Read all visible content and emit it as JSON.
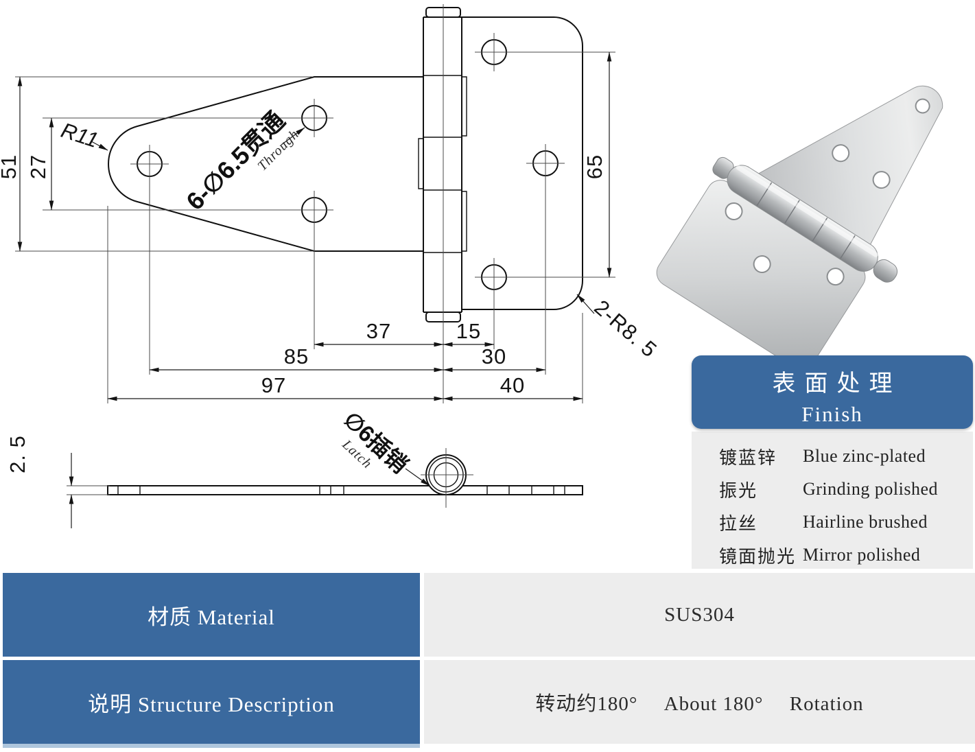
{
  "drawing": {
    "front": {
      "dim_51": "51",
      "dim_27": "27",
      "dim_65": "65",
      "dim_37": "37",
      "dim_15": "15",
      "dim_85": "85",
      "dim_30": "30",
      "dim_97": "97",
      "dim_40": "40",
      "radius_label": "R11",
      "corner_label": "2-R8. 5",
      "holes_label_cn": "6-∅6.5贯通",
      "holes_label_en": "Through"
    },
    "side": {
      "thickness": "2. 5",
      "latch_label_cn": "∅6插销",
      "latch_label_en": "Latch"
    }
  },
  "finish_panel": {
    "title_cn": "表面处理",
    "title_en": "Finish",
    "rows": [
      {
        "cn": "镀蓝锌",
        "en": "Blue zinc-plated"
      },
      {
        "cn": "振光",
        "en": "Grinding polished"
      },
      {
        "cn": "拉丝",
        "en": "Hairline brushed"
      },
      {
        "cn": "镜面抛光",
        "en": "Mirror polished"
      }
    ]
  },
  "spec_table": {
    "rows": [
      {
        "label": "材质 Material",
        "value": "SUS304"
      },
      {
        "label": "说明 Structure Description",
        "value": "转动约180°　 About 180°　 Rotation"
      }
    ]
  },
  "colors": {
    "accent_blue": "#3a699e",
    "panel_gray": "#ededed",
    "bottom_strip": "#aec6dd"
  }
}
